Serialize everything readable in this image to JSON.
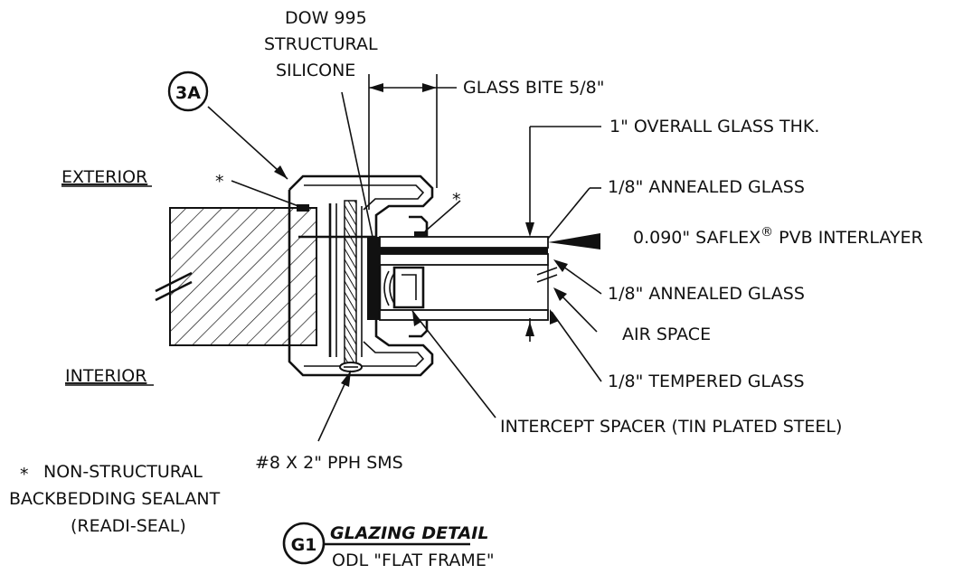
{
  "callouts": {
    "dow_silicone": [
      "DOW 995",
      "STRUCTURAL",
      "SILICONE"
    ],
    "glass_bite": "GLASS BITE 5/8\"",
    "overall_thk": "1\" OVERALL GLASS THK.",
    "annealed_1": "1/8\" ANNEALED GLASS",
    "saflex_pre": "0.090\" SAFLEX",
    "saflex_reg": "®",
    "saflex_post": " PVB INTERLAYER",
    "annealed_2": "1/8\" ANNEALED GLASS",
    "air_space": "AIR SPACE",
    "tempered": "1/8\" TEMPERED GLASS",
    "spacer": "INTERCEPT SPACER (TIN PLATED STEEL)",
    "screw": "#8 X 2\" PPH SMS",
    "exterior": "EXTERIOR",
    "interior": "INTERIOR",
    "star": "*"
  },
  "bubbles": {
    "ref_3a": "3A",
    "ref_g1": "G1"
  },
  "note": [
    "NON-STRUCTURAL",
    "BACKBEDDING SEALANT",
    "(READI-SEAL)"
  ],
  "title_block": {
    "title": "GLAZING DETAIL",
    "subtitle": "ODL \"FLAT FRAME\""
  }
}
